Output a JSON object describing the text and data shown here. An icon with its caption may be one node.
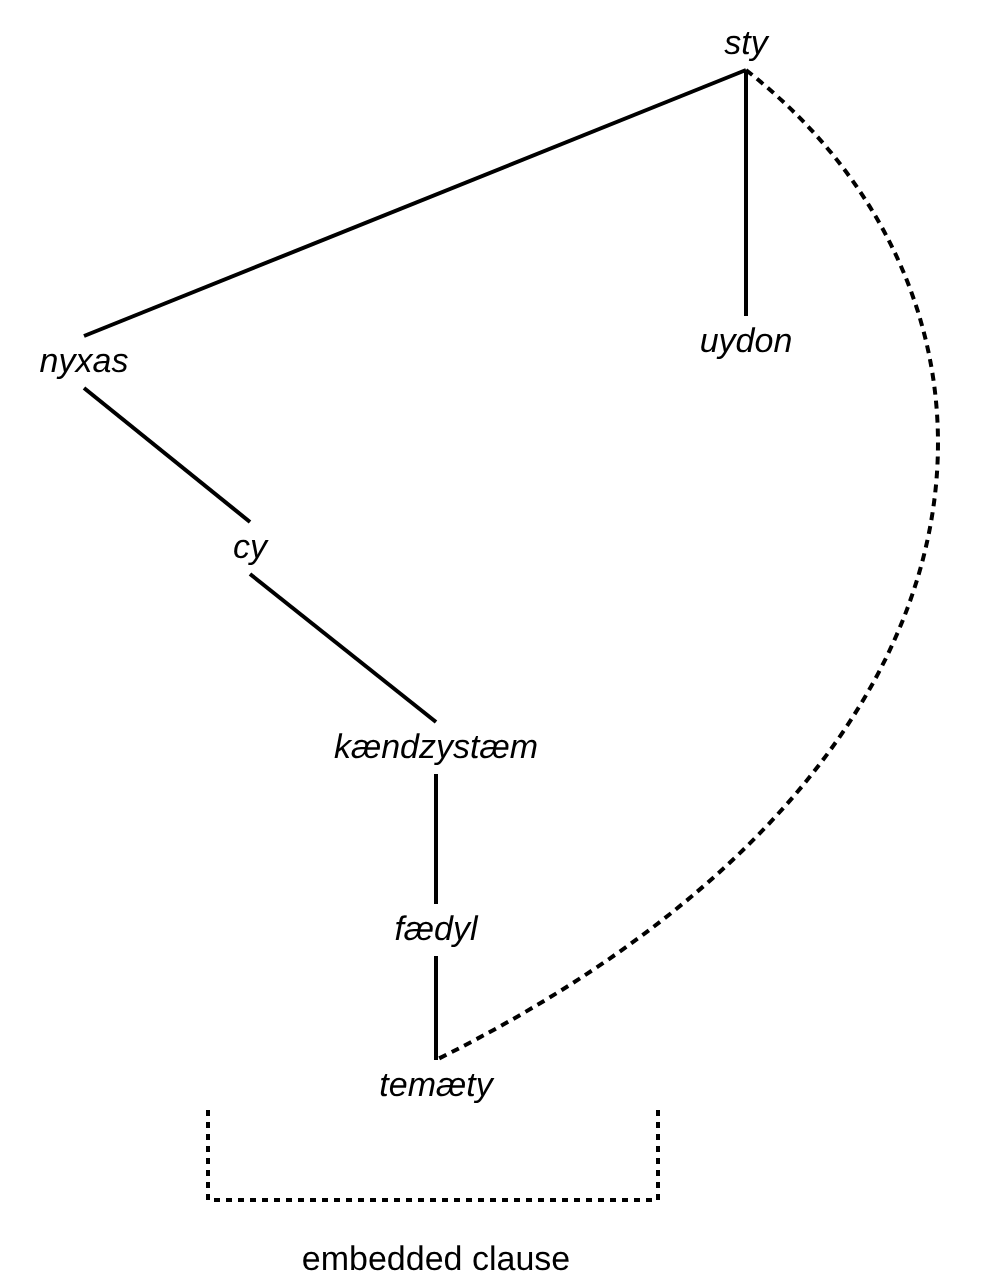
{
  "diagram": {
    "nodes": [
      {
        "text": [
          "sty"
        ]
      },
      {
        "text": [
          "nyxas"
        ]
      },
      {
        "text": [
          "uydon"
        ]
      },
      {
        "text": [
          "cy"
        ]
      },
      {
        "text": [
          "kændzystæm"
        ]
      },
      {
        "text": [
          "fædyl"
        ]
      },
      {
        "text": [
          "temæty"
        ]
      }
    ],
    "edges": [
      {
        "from": 0,
        "to": 1,
        "arrow": "none"
      },
      {
        "from": 0,
        "to": 2,
        "arrow": "none"
      },
      {
        "from": 1,
        "to": 3,
        "arrow": "none"
      },
      {
        "from": 3,
        "to": 4,
        "arrow": "none"
      },
      {
        "from": 4,
        "to": 5,
        "arrow": "none"
      },
      {
        "from": 5,
        "to": 6,
        "arrow": "none"
      },
      {
        "from": 0,
        "to": 6,
        "arrow": "none",
        "style": "dashed"
      }
    ],
    "labels": [
      "embedded clause"
    ]
  }
}
